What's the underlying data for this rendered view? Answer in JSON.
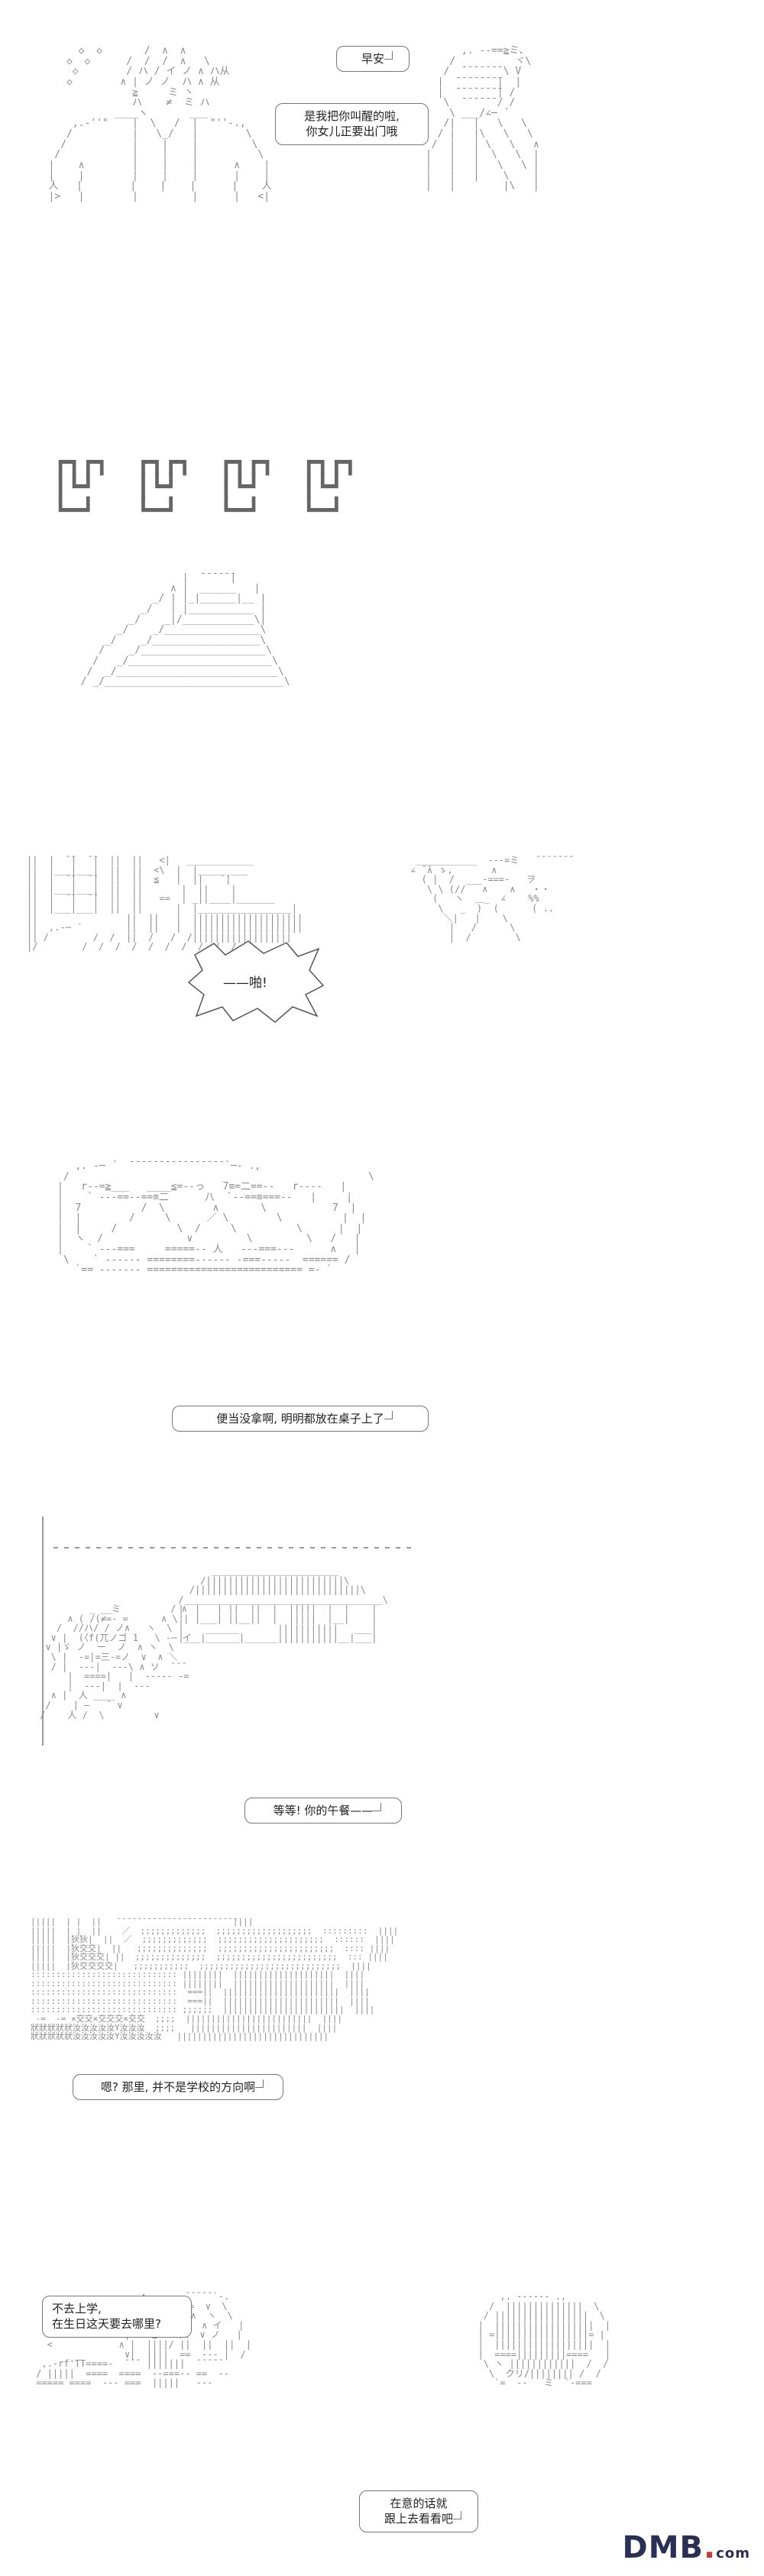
{
  "panels": [
    {
      "id": "panel-1",
      "bubbles": [
        {
          "text": "早安"
        },
        {
          "text": "是我把你叫醒的啦,\n你女儿正要出门哦"
        }
      ]
    },
    {
      "id": "panel-2",
      "bubbles": []
    },
    {
      "id": "panel-3",
      "bubbles": [
        {
          "text": "——啪!"
        }
      ]
    },
    {
      "id": "panel-4",
      "bubbles": [
        {
          "text": "便当没拿啊, 明明都放在桌子上了"
        }
      ]
    },
    {
      "id": "panel-5",
      "bubbles": [
        {
          "text": "等等! 你的午餐——"
        }
      ]
    },
    {
      "id": "panel-6",
      "bubbles": [
        {
          "text": "嗯? 那里, 并不是学校的方向啊"
        }
      ]
    },
    {
      "id": "panel-7",
      "bubbles": [
        {
          "text": "不去上学,\n在生日这天要去哪里?"
        },
        {
          "text": "在意的话就\n跟上去看看吧"
        }
      ]
    }
  ],
  "footer": {
    "logo_text": "DMB",
    "logo_suffix": "com"
  }
}
